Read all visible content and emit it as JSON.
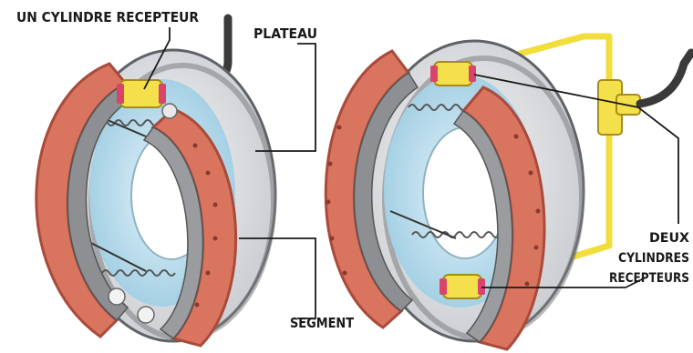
{
  "labels": {
    "single_cylinder": "UN CYLINDRE RECEPTEUR",
    "backing_plate": "PLATEAU",
    "shoe": "SEGMENT",
    "dual_line1": "DEUX",
    "dual_line2": "CYLINDRES",
    "dual_line3": "RECEPTEURS"
  },
  "colors": {
    "lining": "#d9745f",
    "lining_dark": "#a94a3a",
    "plate": "#e9ecef",
    "plate_shadow": "#6c6f73",
    "interior": "#bfe0ee",
    "shoe_web": "#8d8f92",
    "cylinder": "#f4e04a",
    "cylinder_end": "#d9456a",
    "pipe": "#f2de3a",
    "hose": "#3a3a3a"
  }
}
